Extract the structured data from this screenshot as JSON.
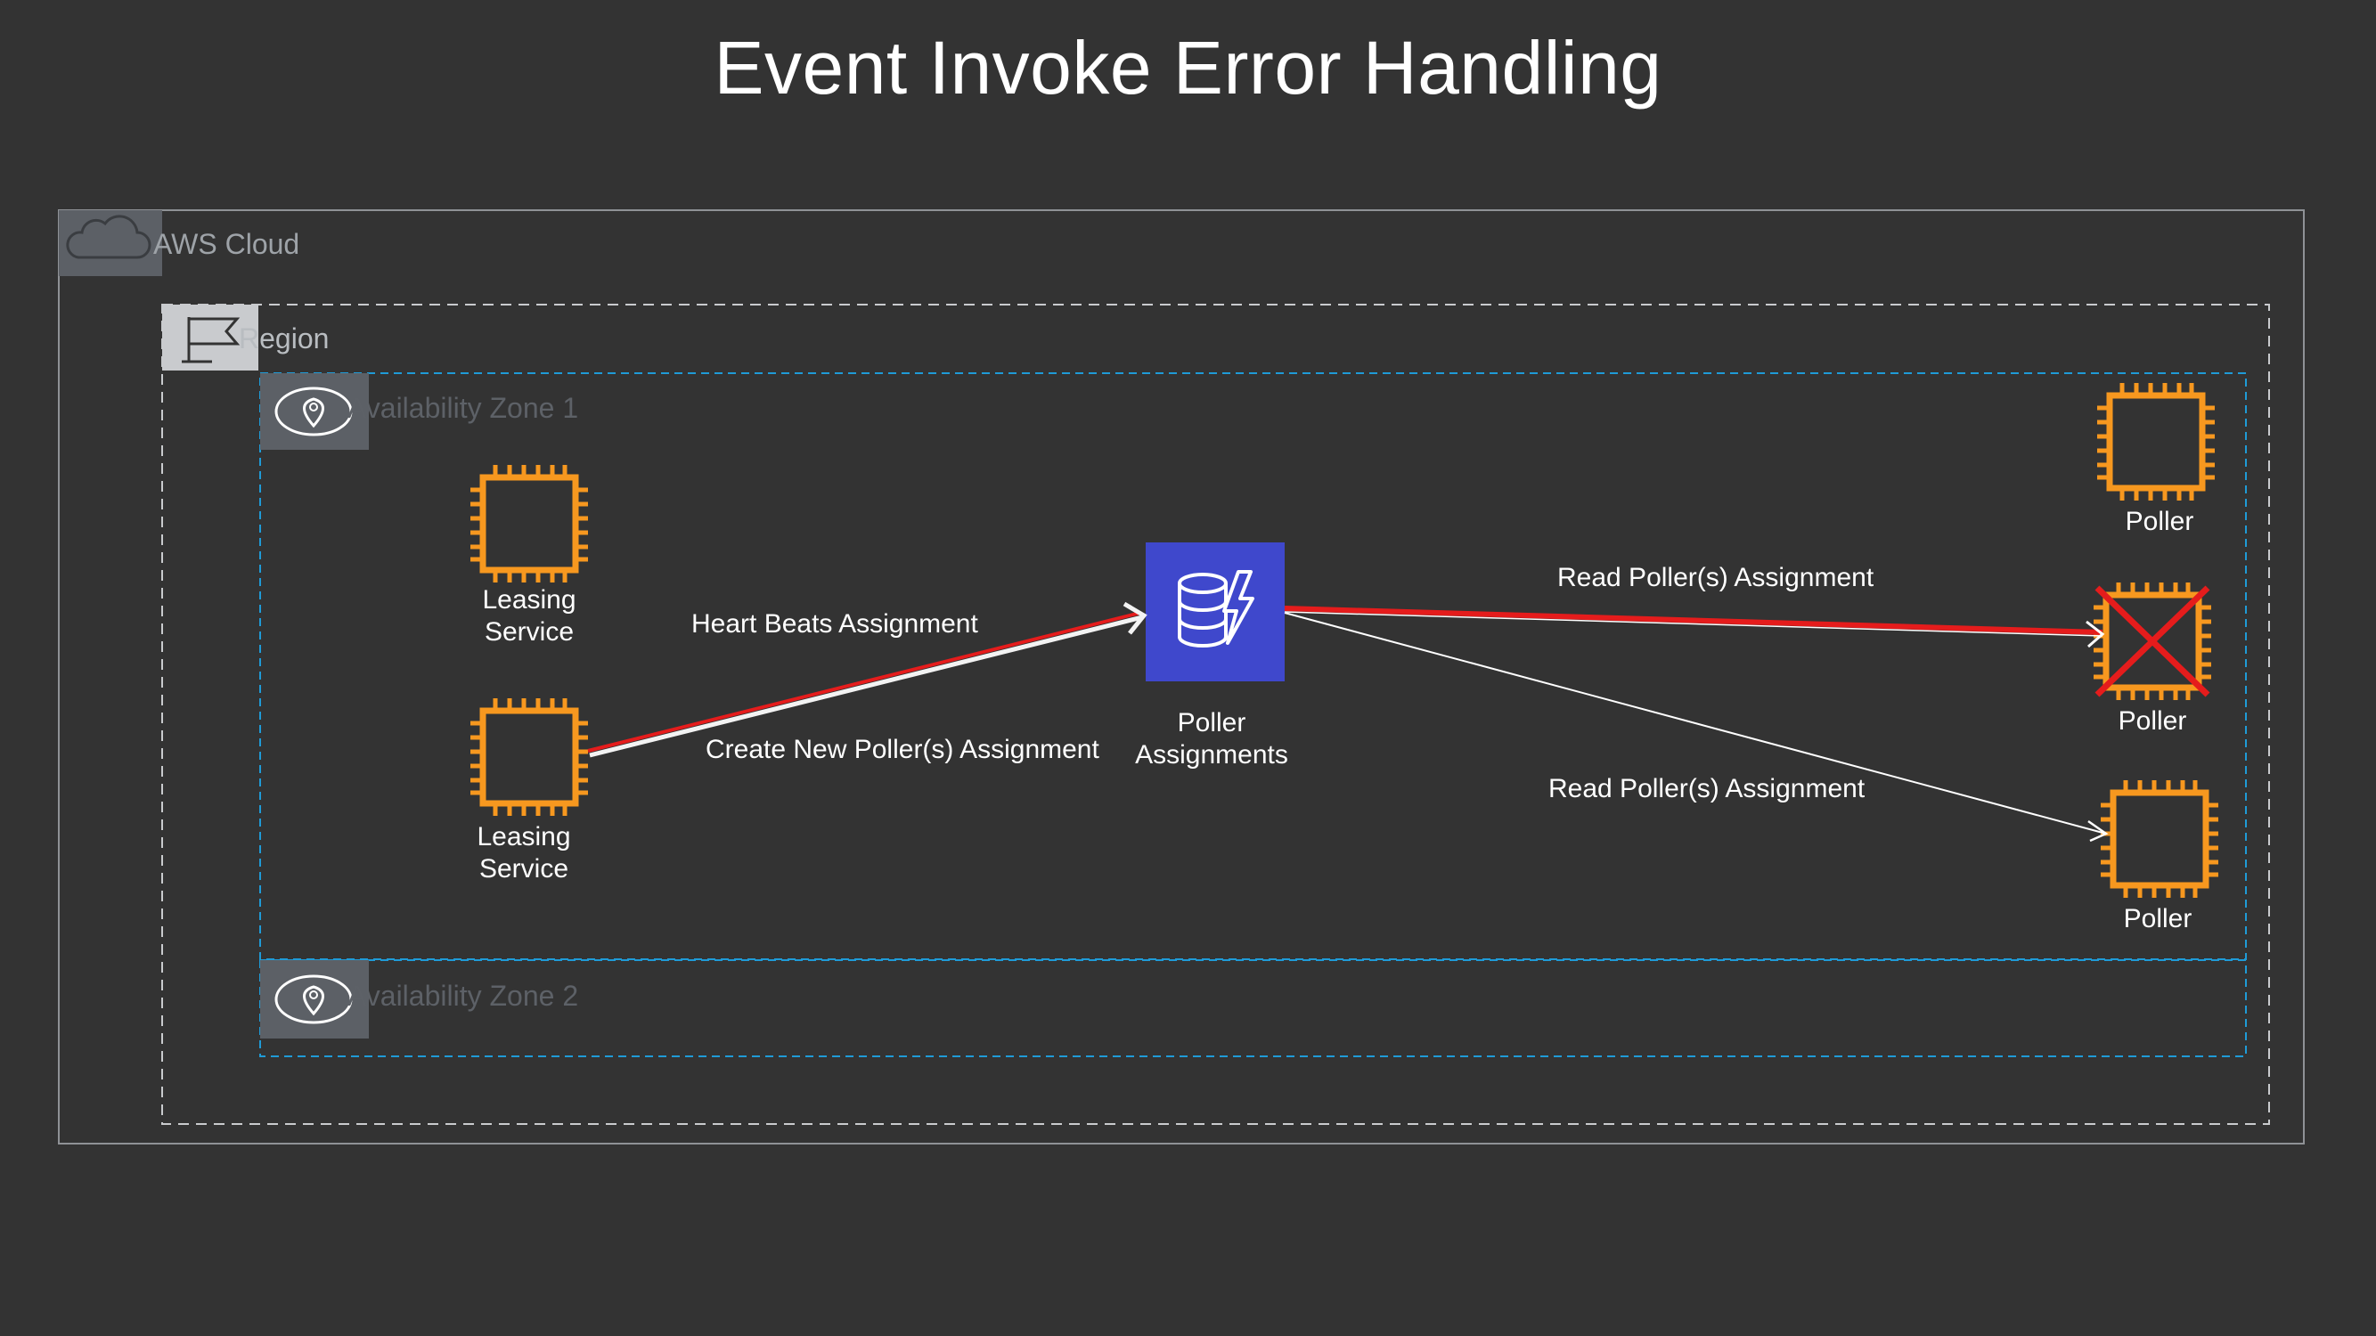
{
  "title": "Event Invoke Error Handling",
  "groups": {
    "cloud": "AWS Cloud",
    "region": "Region",
    "az1": "Availability Zone 1",
    "az2": "Availability Zone 2"
  },
  "nodes": {
    "leasing_service_1": "Leasing Service",
    "leasing_service_2": "Leasing Service",
    "poller_assignments": "Poller Assignments",
    "poller_top": "Poller",
    "poller_failed": "Poller",
    "poller_bottom": "Poller"
  },
  "edges": {
    "heart_beats": "Heart Beats Assignment",
    "create_new": "Create New Poller(s) Assignment",
    "read_failed": "Read Poller(s) Assignment",
    "read_bottom": "Read Poller(s) Assignment"
  },
  "colors": {
    "background": "#333333",
    "compute_icon": "#f7981f",
    "database_icon": "#3f48cc",
    "error": "#e51c1c",
    "az_border": "#1f9bd7"
  },
  "icons": {
    "cloud": "cloud-icon",
    "region": "flag-icon",
    "az": "location-pin-icon",
    "compute": "chip-icon",
    "database": "dynamodb-icon",
    "failure": "x-mark-icon"
  }
}
